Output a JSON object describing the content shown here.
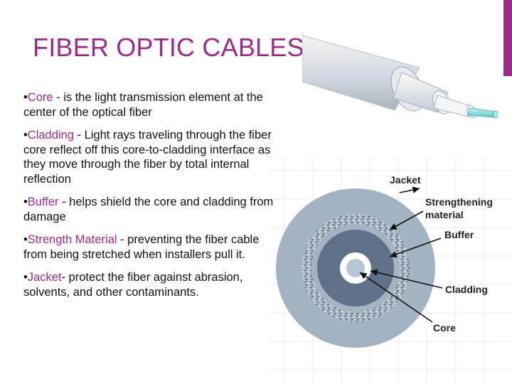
{
  "slide": {
    "title": "FIBER OPTIC CABLES",
    "bullets": [
      {
        "marker": "•",
        "term": "Core",
        "text": " - is the light transmission element at the center of the optical fiber"
      },
      {
        "marker": "•",
        "term": "Cladding",
        "text": " - Light rays traveling through the fiber core reflect off this core-to-cladding interface as they move through the fiber by total internal reflection"
      },
      {
        "marker": "•",
        "term": "Buffer",
        "text": " - helps shield the core and cladding from damage"
      },
      {
        "marker": "•",
        "term": "Strength Material",
        "text": " - preventing the fiber cable from being stretched when installers pull it."
      },
      {
        "marker": "•",
        "term": "Jacket",
        "text": "- protect the fiber against abrasion, solvents, and other contaminants."
      }
    ]
  },
  "diagram": {
    "labels": {
      "jacket": "Jacket",
      "strengthening_1": "Strengthening",
      "strengthening_2": "material",
      "buffer": "Buffer",
      "cladding": "Cladding",
      "core": "Core"
    }
  },
  "colors": {
    "accent": "#9b2a8c",
    "jacket": "#9fb0c0",
    "strength": "#7c8d9e",
    "buffer": "#5a6e86",
    "cladding": "#ffffff",
    "core": "#7dd6d8"
  }
}
